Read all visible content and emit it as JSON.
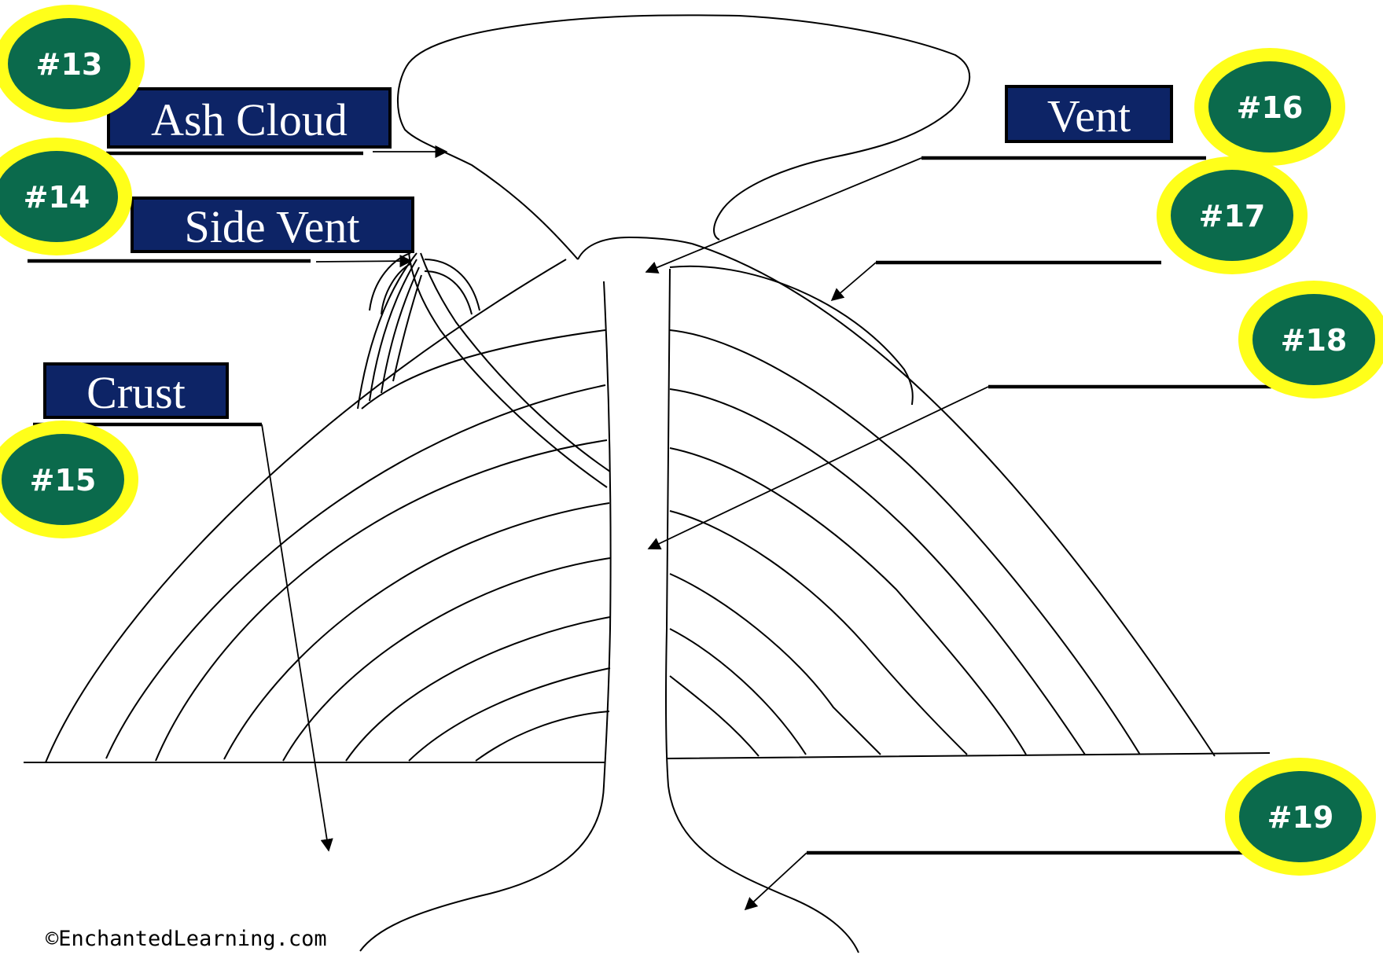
{
  "labels": {
    "ash_cloud": "Ash Cloud",
    "side_vent": "Side Vent",
    "crust": "Crust",
    "vent": "Vent"
  },
  "numbers": {
    "n13": "#13",
    "n14": "#14",
    "n15": "#15",
    "n16": "#16",
    "n17": "#17",
    "n18": "#18",
    "n19": "#19"
  },
  "credit": "©EnchantedLearning.com",
  "colors": {
    "label_box": "#0d2466",
    "badge_fill": "#0b6a4c",
    "badge_ring": "#ffff1a"
  }
}
